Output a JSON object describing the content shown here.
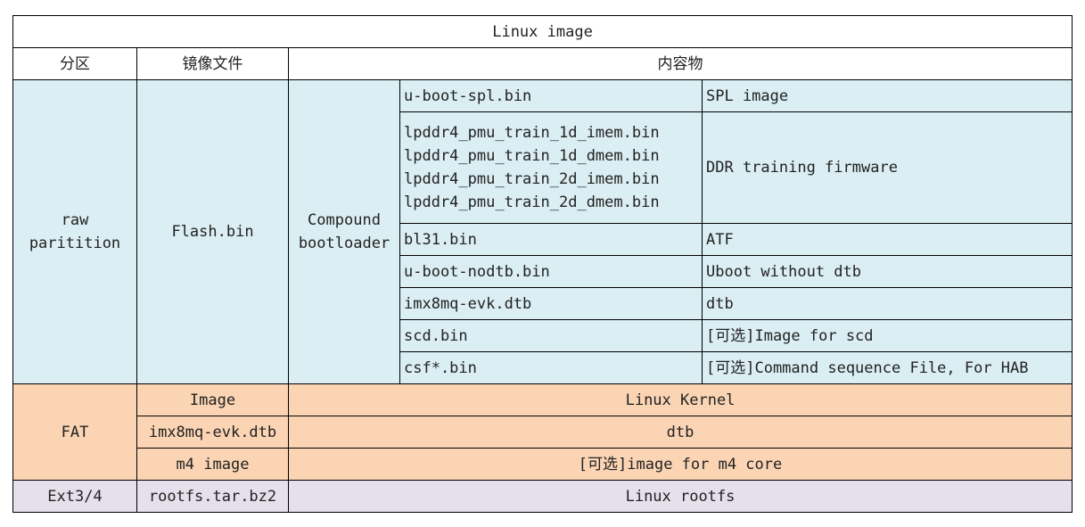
{
  "title": "Linux image",
  "headers": {
    "partition": "分区",
    "image_file": "镜像文件",
    "contents": "内容物"
  },
  "raw": {
    "partition": "raw paritition",
    "image": "Flash.bin",
    "group": "Compound bootloader",
    "rows": [
      {
        "file": "u-boot-spl.bin",
        "desc": "SPL image"
      },
      {
        "files": [
          "lpddr4_pmu_train_1d_imem.bin",
          "lpddr4_pmu_train_1d_dmem.bin",
          "lpddr4_pmu_train_2d_imem.bin",
          "lpddr4_pmu_train_2d_dmem.bin"
        ],
        "desc": "DDR training firmware"
      },
      {
        "file": "bl31.bin",
        "desc": "ATF"
      },
      {
        "file": "u-boot-nodtb.bin",
        "desc": "Uboot without dtb"
      },
      {
        "file": "imx8mq-evk.dtb",
        "desc": "dtb"
      },
      {
        "file": "scd.bin",
        "desc": "[可选]Image for scd"
      },
      {
        "file": "csf*.bin",
        "desc": "[可选]Command sequence File, For HAB"
      }
    ]
  },
  "fat": {
    "partition": "FAT",
    "rows": [
      {
        "image": "Image",
        "content": "Linux Kernel"
      },
      {
        "image": "imx8mq-evk.dtb",
        "content": "dtb"
      },
      {
        "image": "m4 image",
        "content": "[可选]image for m4 core"
      }
    ]
  },
  "ext": {
    "partition": "Ext3/4",
    "image": "rootfs.tar.bz2",
    "content": "Linux rootfs"
  },
  "colors": {
    "raw": "#daeef3",
    "fat": "#fbd4b4",
    "ext": "#e5e0ec"
  }
}
